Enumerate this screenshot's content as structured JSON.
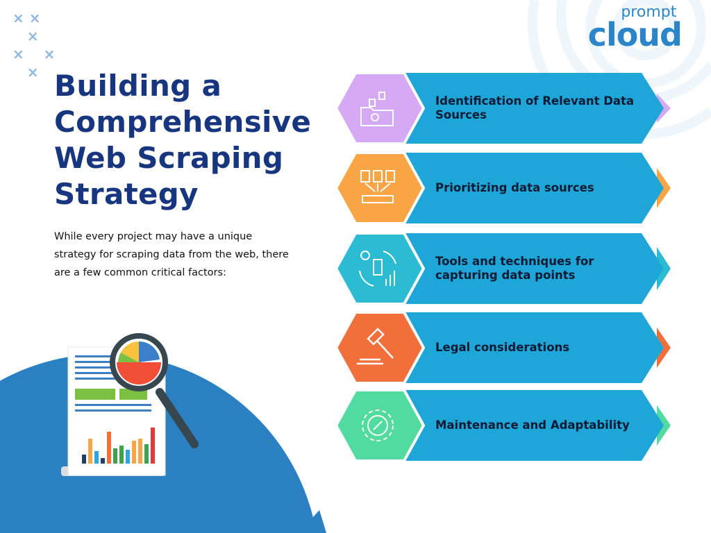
{
  "brand": {
    "logo_top": "prompt",
    "logo_bottom": "cloud"
  },
  "title": "Building a Comprehensive Web Scraping Strategy",
  "description": "While every project may have a unique strategy for scraping data from the web, there are a few common critical factors:",
  "steps": [
    {
      "label": "Identification of Relevant Data Sources",
      "color": "#d5a9f3",
      "icon": "folder-documents-icon"
    },
    {
      "label": "Prioritizing data sources",
      "color": "#f9a445",
      "icon": "documents-inbox-icon"
    },
    {
      "label": "Tools and techniques for capturing data points",
      "color": "#2bbcd4",
      "icon": "data-tools-icon"
    },
    {
      "label": "Legal considerations",
      "color": "#f26f3b",
      "icon": "gavel-icon"
    },
    {
      "label": "Maintenance and Adaptability",
      "color": "#52dba0",
      "icon": "gear-wrench-icon"
    }
  ],
  "colors": {
    "banner": "#1fa6d9",
    "title": "#17367f",
    "circle": "#2b80c2"
  }
}
